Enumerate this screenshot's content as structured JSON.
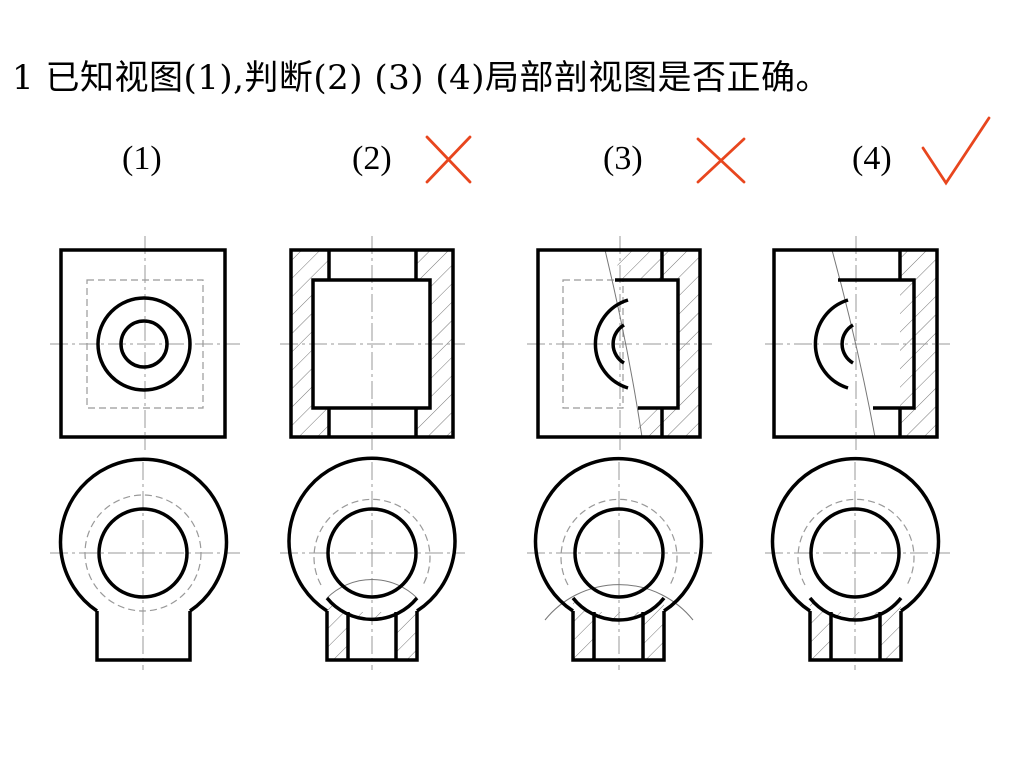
{
  "problem": {
    "title": "1 已知视图(1),判断(2) (3) (4)局部剖视图是否正确。"
  },
  "figures": [
    {
      "label": "(1)",
      "verdict": ""
    },
    {
      "label": "(2)",
      "verdict": "wrong"
    },
    {
      "label": "(3)",
      "verdict": "wrong"
    },
    {
      "label": "(4)",
      "verdict": "correct"
    }
  ],
  "colors": {
    "mark": "#e8461e",
    "line": "#000000",
    "thin_line": "#999999"
  }
}
